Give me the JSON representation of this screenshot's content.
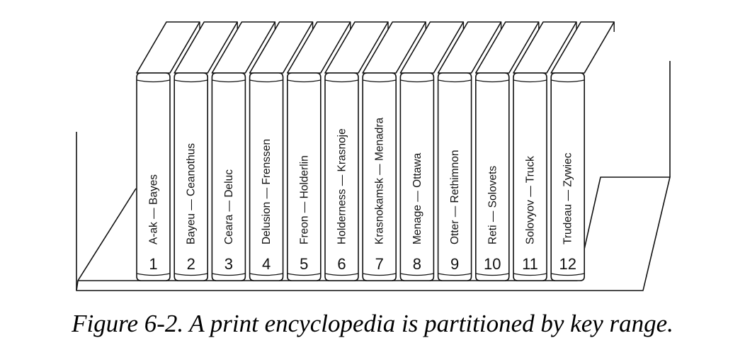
{
  "caption": "Figure 6-2. A print encyclopedia is partitioned by key range.",
  "books": [
    {
      "number": "1",
      "title": "A-ak — Bayes"
    },
    {
      "number": "2",
      "title": "Bayeu — Ceanothus"
    },
    {
      "number": "3",
      "title": "Ceara — Deluc"
    },
    {
      "number": "4",
      "title": "Delusion — Frenssen"
    },
    {
      "number": "5",
      "title": "Freon — Holderlin"
    },
    {
      "number": "6",
      "title": "Holderness — Krasnoje"
    },
    {
      "number": "7",
      "title": "Krasnokamsk — Menadra"
    },
    {
      "number": "8",
      "title": "Menage — Ottawa"
    },
    {
      "number": "9",
      "title": "Otter — Rethimnon"
    },
    {
      "number": "10",
      "title": "Reti — Solovets"
    },
    {
      "number": "11",
      "title": "Solovyov — Truck"
    },
    {
      "number": "12",
      "title": "Trudeau — Zywiec"
    }
  ],
  "colors": {
    "line": "#111111",
    "background": "#ffffff"
  }
}
